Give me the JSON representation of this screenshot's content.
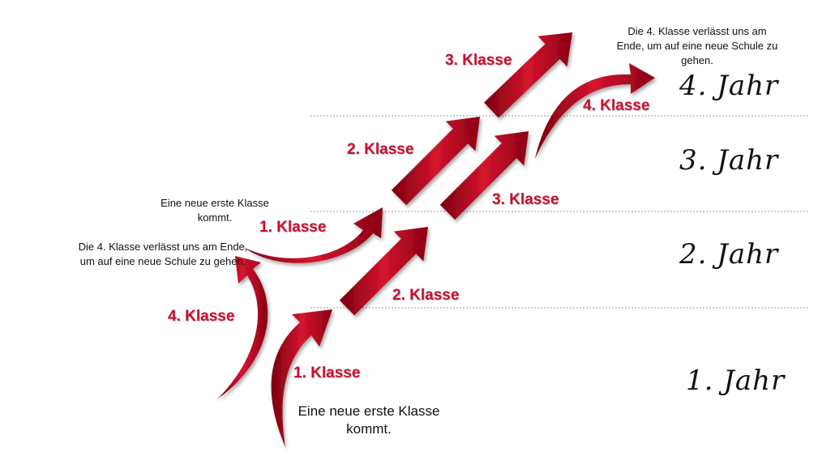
{
  "colors": {
    "arrow": "#c8102e",
    "arrow_dark": "#7a0010",
    "divider": "#999999",
    "text": "#111111"
  },
  "years": {
    "y4": "4. Jahr",
    "y3": "3. Jahr",
    "y2": "2. Jahr",
    "y1": "1. Jahr"
  },
  "labels": {
    "top_klasse3": "3. Klasse",
    "top_klasse4": "4. Klasse",
    "mid_klasse2": "2. Klasse",
    "mid_klasse3": "3. Klasse",
    "left_klasse1": "1. Klasse",
    "low_klasse2": "2. Klasse",
    "left_klasse4": "4. Klasse",
    "bottom_klasse1": "1. Klasse"
  },
  "notes": {
    "top_right": "Die 4. Klasse verlässt uns am Ende, um auf eine neue Schule zu gehen.",
    "left_new_class": "Eine neue erste Klasse kommt.",
    "left_leave": "Die 4. Klasse verlässt uns am Ende, um auf eine neue Schule zu gehen.",
    "bottom_new_class": "Eine neue erste Klasse kommt."
  }
}
